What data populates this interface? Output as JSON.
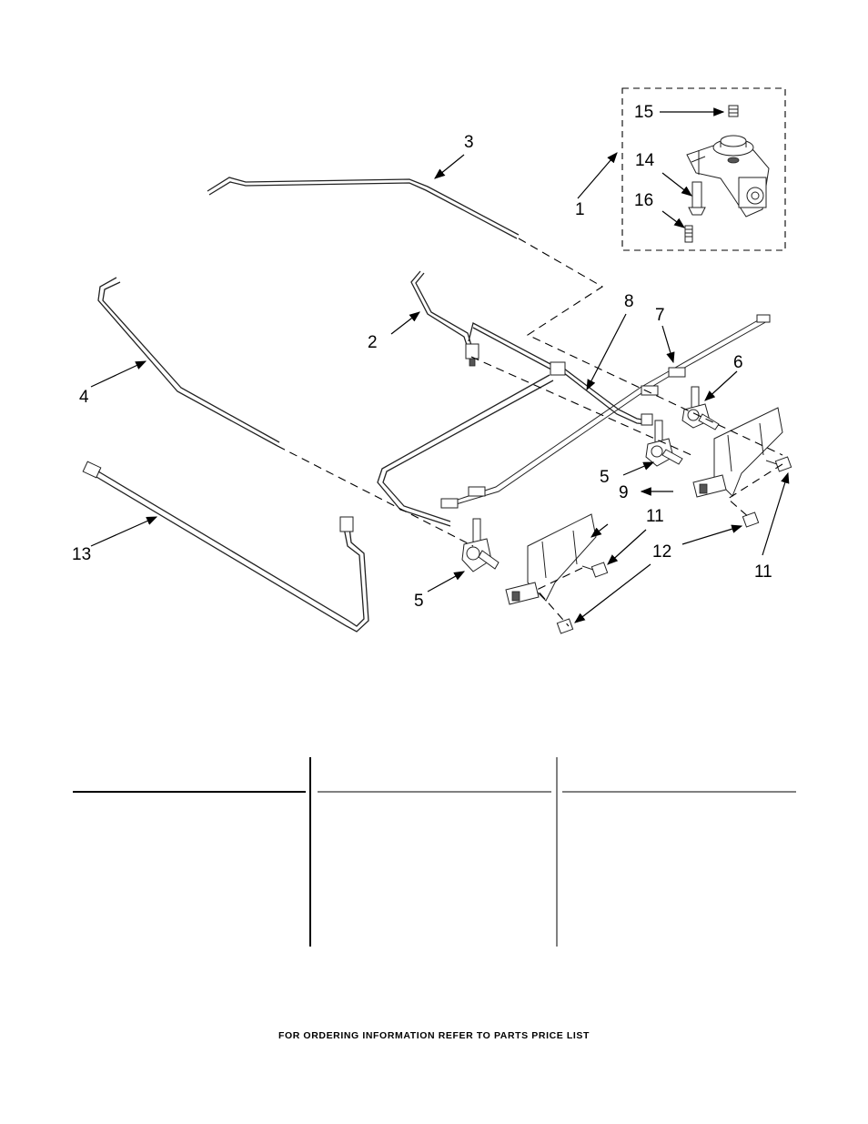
{
  "callouts": {
    "c1": "1",
    "c2": "2",
    "c3": "3",
    "c4": "4",
    "c5a": "5",
    "c5b": "5",
    "c6": "6",
    "c7": "7",
    "c8": "8",
    "c9": "9",
    "c11a": "11",
    "c11b": "11",
    "c12": "12",
    "c13": "13",
    "c14": "14",
    "c15": "15",
    "c16": "16"
  },
  "footer": "FOR ORDERING INFORMATION REFER TO PARTS PRICE LIST"
}
